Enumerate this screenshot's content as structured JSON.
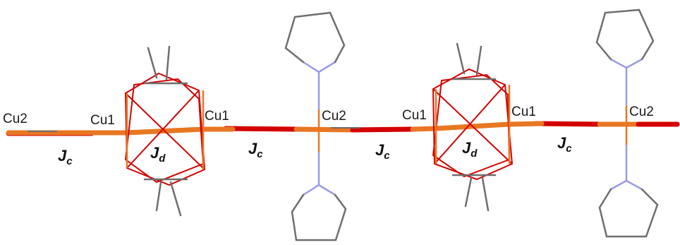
{
  "atom_labels": {
    "cu2_left": "Cu2",
    "cu1_a": "Cu1",
    "cu1_b": "Cu1",
    "cu2_mid": "Cu2",
    "cu1_c": "Cu1",
    "cu1_d": "Cu1",
    "cu2_right": "Cu2"
  },
  "couplings": {
    "jc_1": {
      "main": "J",
      "sub": "c"
    },
    "jd_1": {
      "main": "J",
      "sub": "d"
    },
    "jc_2": {
      "main": "J",
      "sub": "c"
    },
    "jc_3": {
      "main": "J",
      "sub": "c"
    },
    "jd_2": {
      "main": "J",
      "sub": "d"
    },
    "jc_4": {
      "main": "J",
      "sub": "c"
    }
  },
  "colors": {
    "oxygen": "#d40000",
    "copper": "#e87722",
    "carbon": "#6e6e6e",
    "nitrogen": "#9a9ae8"
  }
}
